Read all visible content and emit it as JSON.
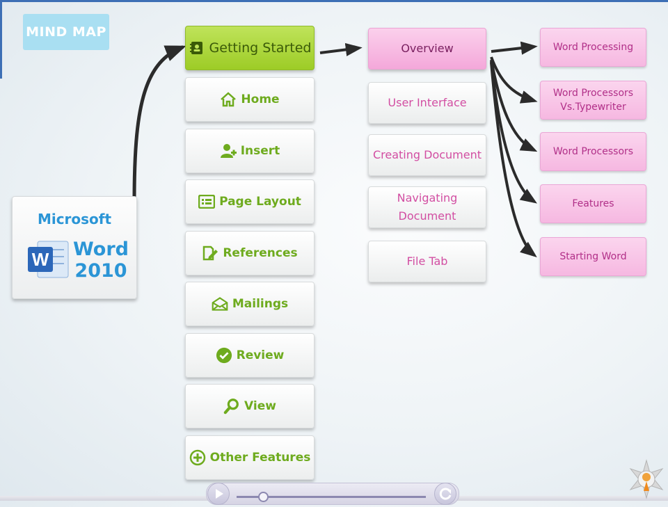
{
  "mind_map_label": "MIND MAP",
  "root": {
    "title": "Microsoft",
    "product_line1": "Word",
    "product_line2": "2010",
    "logo_letter": "W"
  },
  "nav": [
    {
      "label": "Getting Started",
      "icon": "contact-book-icon",
      "active": true
    },
    {
      "label": "Home",
      "icon": "home-icon"
    },
    {
      "label": "Insert",
      "icon": "add-user-icon"
    },
    {
      "label": "Page Layout",
      "icon": "layout-icon"
    },
    {
      "label": "References",
      "icon": "edit-document-icon"
    },
    {
      "label": "Mailings",
      "icon": "envelope-icon"
    },
    {
      "label": "Review",
      "icon": "check-circle-icon"
    },
    {
      "label": "View",
      "icon": "magnifier-icon"
    },
    {
      "label": "Other Features",
      "icon": "plus-circle-icon"
    }
  ],
  "topics": [
    {
      "label": "Overview",
      "active": true
    },
    {
      "label": "User Interface"
    },
    {
      "label": "Creating Document"
    },
    {
      "label": "Navigating\nDocument"
    },
    {
      "label": "File Tab"
    }
  ],
  "subtopics": [
    {
      "label": "Word Processing"
    },
    {
      "label": "Word Processors\nVs.Typewriter"
    },
    {
      "label": "Word Processors"
    },
    {
      "label": "Features"
    },
    {
      "label": "Starting Word"
    }
  ],
  "colors": {
    "nav_text": "#6eab1e",
    "nav_active": "#a9d63a",
    "topic_text": "#d24ea2",
    "leaf_bg": "#f6b8e1",
    "connector": "#2b2b2b",
    "title_blue": "#2b95d6"
  }
}
